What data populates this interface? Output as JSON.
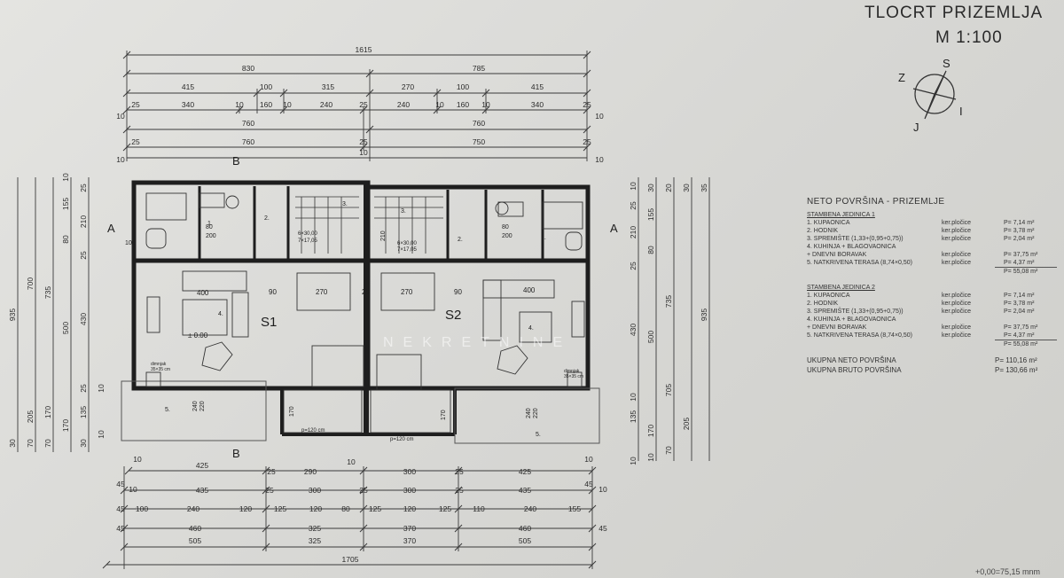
{
  "title": {
    "main": "TLOCRT PRIZEMLJA",
    "scale": "M 1:100"
  },
  "compass": {
    "s": "S",
    "i": "I",
    "j": "J",
    "z": "Z"
  },
  "top_dims": {
    "total": "1615",
    "halves": [
      "830",
      "785"
    ],
    "row3": [
      "415",
      "100",
      "315",
      "270",
      "100",
      "415"
    ],
    "row4": [
      "25",
      "340",
      "10",
      "160",
      "10",
      "240",
      "25",
      "240",
      "10",
      "160",
      "10",
      "340",
      "25"
    ],
    "row5": [
      "10",
      "760",
      "760",
      "10"
    ],
    "row6": [
      "25",
      "760",
      "25",
      "750",
      "25"
    ],
    "row7": [
      "10",
      "10",
      "10"
    ]
  },
  "bottom_dims": {
    "row1": [
      "10",
      "425",
      "25",
      "290",
      "10",
      "300",
      "25",
      "425",
      "10"
    ],
    "row2": [
      "45",
      "10",
      "435",
      "25",
      "300",
      "25",
      "300",
      "25",
      "435",
      "45",
      "10"
    ],
    "row3": [
      "45",
      "100",
      "240",
      "120",
      "125",
      "120",
      "80",
      "125",
      "120",
      "125",
      "110",
      "240",
      "155"
    ],
    "row4": [
      "45",
      "460",
      "325",
      "370",
      "460",
      "45"
    ],
    "row5": [
      "505",
      "325",
      "370",
      "505"
    ],
    "total": "1705"
  },
  "left_dims": [
    "935",
    "205",
    "700",
    "735",
    "155",
    "80",
    "500",
    "430",
    "170",
    "135",
    "10",
    "30",
    "25",
    "25",
    "210",
    "25",
    "10",
    "10",
    "30",
    "70",
    "170",
    "70"
  ],
  "right_dims": [
    "935",
    "705",
    "735",
    "500",
    "430",
    "155",
    "210",
    "80",
    "10",
    "30",
    "25",
    "10",
    "170",
    "205",
    "135",
    "70",
    "10",
    "10",
    "20",
    "25",
    "30",
    "35"
  ],
  "plan_labels": {
    "unit1": "S1",
    "unit2": "S2",
    "section_a": "A",
    "section_b": "B",
    "level": "± 0.00",
    "chimney": "dimnjak",
    "chimney_size": "35×35 cm",
    "stair1": "6×30,00",
    "stair1b": "7×17,05",
    "stair2": "6×30,00",
    "stair2b": "7×17,05",
    "dim_400a": "400",
    "dim_400b": "400",
    "dim_270a": "270",
    "dim_270b": "270",
    "dim_90a": "90",
    "dim_90b": "90",
    "dim_25": "25",
    "dim_200a": "200",
    "dim_200b": "200",
    "dim_80a": "80",
    "dim_80b": "80",
    "dim_100": "100",
    "dim_210": "210",
    "dim_170a": "170",
    "dim_170b": "170",
    "dim_240a": "240",
    "dim_240b": "240",
    "dim_220a": "220",
    "dim_220b": "220",
    "win_pa": "p=120 cm",
    "win_pb": "p=120 cm",
    "room_1": "1.",
    "room_2": "2.",
    "room_3": "3.",
    "room_4": "4.",
    "room_5": "5."
  },
  "areas": {
    "heading": "NETO POVRŠINA - PRIZEMLJE",
    "units": [
      {
        "name": "STAMBENA JEDINICA 1",
        "rows": [
          {
            "label": "1. KUPAONICA",
            "material": "ker.pločice",
            "value": "P=  7,14 m²"
          },
          {
            "label": "2. HODNIK",
            "material": "ker.pločice",
            "value": "P=  3,78 m²"
          },
          {
            "label": "3. SPREMIŠTE (1,33+(0,95+0,75))",
            "material": "ker.pločice",
            "value": "P=  2,04 m²"
          },
          {
            "label": "4. KUHINJA + BLAGOVAONICA",
            "material": "",
            "value": ""
          },
          {
            "label": "   + DNEVNI BORAVAK",
            "material": "ker.pločice",
            "value": "P=  37,75 m²"
          },
          {
            "label": "5. NATKRIVENA TERASA (8,74×0,50)",
            "material": "ker.pločice",
            "value": "P=  4,37 m²"
          }
        ],
        "sum": "P=  55,08 m²"
      },
      {
        "name": "STAMBENA JEDINICA 2",
        "rows": [
          {
            "label": "1. KUPAONICA",
            "material": "ker.pločice",
            "value": "P=  7,14 m²"
          },
          {
            "label": "2. HODNIK",
            "material": "ker.pločice",
            "value": "P=  3,78 m²"
          },
          {
            "label": "3. SPREMIŠTE (1,33+(0,95+0,75))",
            "material": "ker.pločice",
            "value": "P=  2,04 m²"
          },
          {
            "label": "4. KUHINJA + BLAGOVAONICA",
            "material": "",
            "value": ""
          },
          {
            "label": "   + DNEVNI BORAVAK",
            "material": "ker.pločice",
            "value": "P=  37,75 m²"
          },
          {
            "label": "5. NATKRIVENA TERASA (8,74×0,50)",
            "material": "ker.pločice",
            "value": "P=  4,37 m²"
          }
        ],
        "sum": "P=  55,08 m²"
      }
    ],
    "total_net_label": "UKUPNA NETO POVRŠINA",
    "total_net": "P= 110,16 m²",
    "total_gross_label": "UKUPNA BRUTO POVRŠINA",
    "total_gross": "P= 130,66 m²"
  },
  "watermark": "NEKRETNINE",
  "corner_note": "+0,00=75,15 mnm"
}
